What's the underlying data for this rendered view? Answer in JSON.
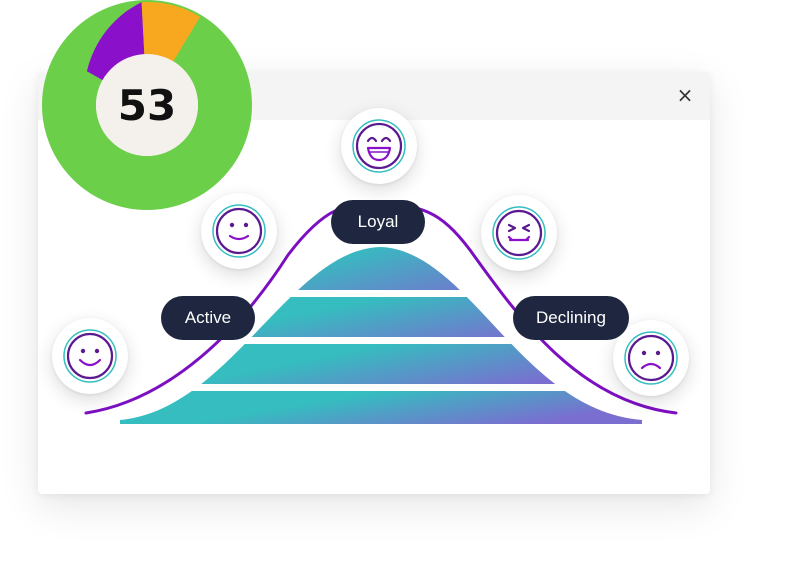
{
  "window": {
    "close_symbol": "×"
  },
  "score": {
    "value": "53",
    "segments": [
      {
        "name": "green",
        "fraction": 0.72,
        "color": "#6ccf4a"
      },
      {
        "name": "purple",
        "fraction": 0.22,
        "color": "#8a10c9"
      },
      {
        "name": "orange",
        "fraction": 0.09,
        "color": "#f7a81e"
      }
    ],
    "center_color": "#f4f0ec"
  },
  "stages": {
    "active_label": "Active",
    "loyal_label": "Loyal",
    "declining_label": "Declining"
  },
  "faces": [
    "smile-icon",
    "happy-icon",
    "big-grin-icon",
    "grimace-icon",
    "frown-icon"
  ],
  "colors": {
    "curve": "#7d0fc2",
    "pyramid_start": "#35bdbf",
    "pyramid_end": "#7a6ed0",
    "pill": "#1f2740",
    "face_outline": "#5b1a8f",
    "face_ring": "#35bdbf"
  }
}
